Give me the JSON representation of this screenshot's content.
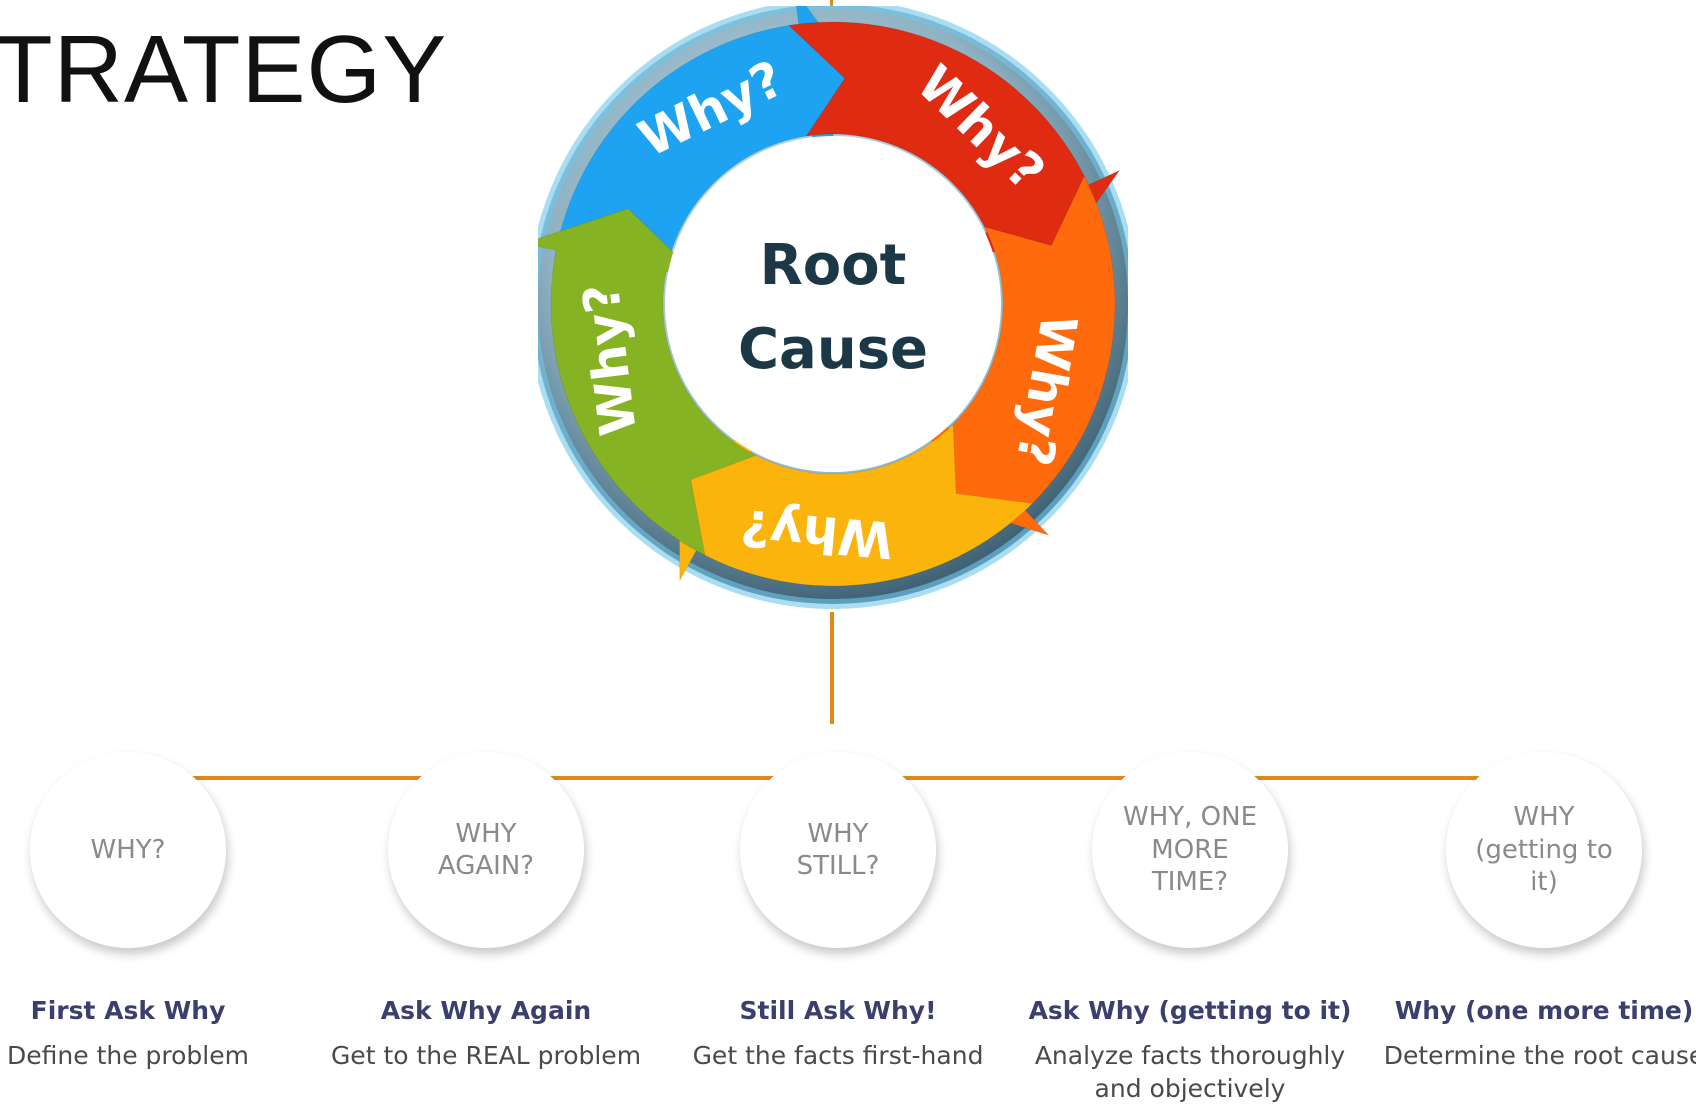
{
  "slide": {
    "title": "TRATEGY"
  },
  "wheel": {
    "center_text": [
      "Root",
      "Cause"
    ],
    "arrow_label": "Why?",
    "colors": [
      "#1ea3f2",
      "#de2b12",
      "#ff6a0d",
      "#fbb40c",
      "#85b324"
    ]
  },
  "steps": [
    {
      "circle": "WHY?",
      "title": "First Ask Why",
      "desc": "Define the problem"
    },
    {
      "circle": "WHY\nAGAIN?",
      "title": "Ask Why Again",
      "desc": "Get to the REAL problem"
    },
    {
      "circle": "WHY\nSTILL?",
      "title": "Still Ask Why!",
      "desc": "Get the facts first-hand"
    },
    {
      "circle": "WHY, ONE\nMORE\nTIME?",
      "title": "Ask Why (getting to it)",
      "desc": "Analyze facts thoroughly\nand objectively"
    },
    {
      "circle": "WHY\n(getting to\nit)",
      "title": "Why (one more time)",
      "desc": "Determine the root cause"
    }
  ]
}
